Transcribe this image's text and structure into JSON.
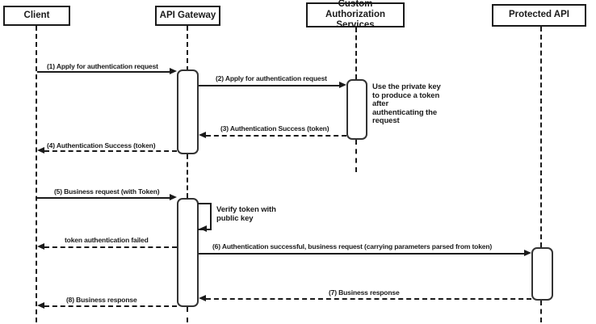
{
  "diagram_type": "sequence",
  "colors": {
    "stroke": "#1a1a1a",
    "fill": "#ffffff",
    "background": "#ffffff"
  },
  "actors": [
    {
      "label": "Client"
    },
    {
      "label": "API Gateway"
    },
    {
      "label": "Custom Authorization Services"
    },
    {
      "label": "Protected API"
    }
  ],
  "messages": [
    {
      "label": "(1) Apply for authentication request",
      "from": "Client",
      "to": "API Gateway",
      "line": "solid"
    },
    {
      "label": "(2) Apply for authentication request",
      "from": "API Gateway",
      "to": "Custom Authorization Services",
      "line": "solid"
    },
    {
      "label": "(3) Authentication Success (token)",
      "from": "Custom Authorization Services",
      "to": "API Gateway",
      "line": "dashed"
    },
    {
      "label": "(4) Authentication Success (token)",
      "from": "API Gateway",
      "to": "Client",
      "line": "dashed"
    },
    {
      "label": "(5) Business request (with Token)",
      "from": "Client",
      "to": "API Gateway",
      "line": "solid"
    },
    {
      "label": "token authentication failed",
      "from": "API Gateway",
      "to": "Client",
      "line": "dashed"
    },
    {
      "label": "(6) Authentication successful, business request (carrying parameters parsed from token)",
      "from": "API Gateway",
      "to": "Protected API",
      "line": "solid"
    },
    {
      "label": "(7) Business response",
      "from": "Protected API",
      "to": "API Gateway",
      "line": "dashed"
    },
    {
      "label": "(8) Business response",
      "from": "API Gateway",
      "to": "Client",
      "line": "dashed"
    }
  ],
  "notes": [
    {
      "attached_to": "Custom Authorization Services",
      "text": "Use the private key to produce a token after authenticating the request"
    },
    {
      "attached_to": "API Gateway",
      "type": "self-message",
      "text": "Verify token with public key"
    }
  ]
}
